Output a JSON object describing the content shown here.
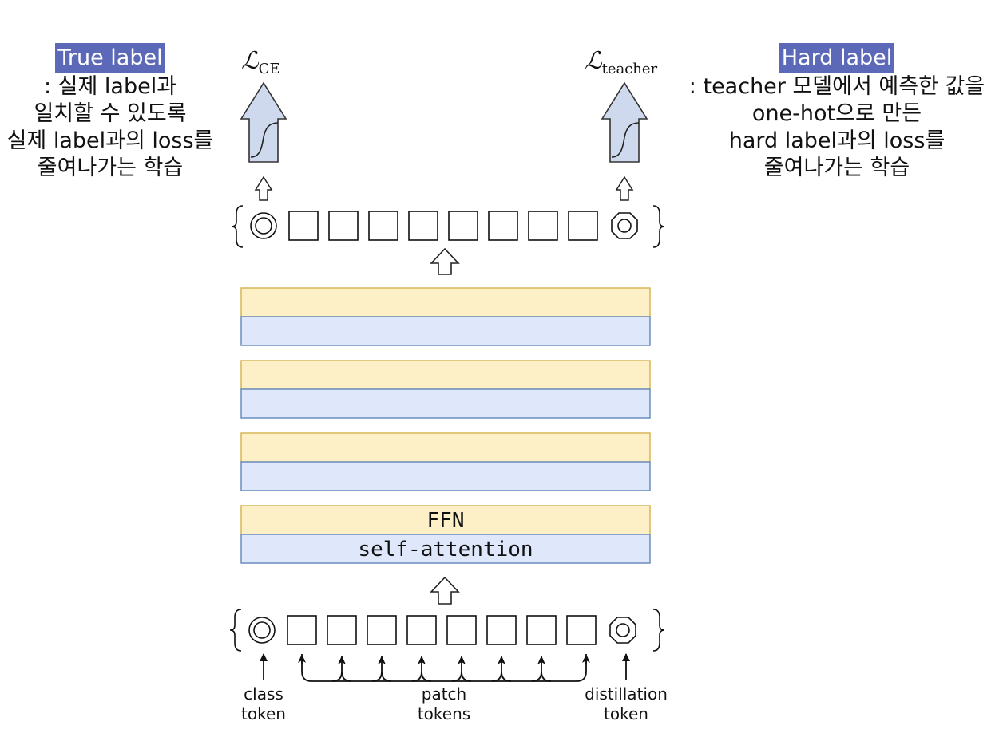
{
  "left_note": {
    "title": "True label",
    "lines": [
      ": 실제 label과",
      "일치할 수 있도록",
      "실제 label과의 loss를",
      "줄여나가는 학습"
    ]
  },
  "right_note": {
    "title": "Hard  label",
    "lines": [
      ": teacher 모델에서 예측한 값을",
      "one-hot으로 만든",
      "hard label과의 loss를",
      "줄여나가는 학습"
    ]
  },
  "loss_left": {
    "symbol": "ℒ",
    "subscript": "CE"
  },
  "loss_right": {
    "symbol": "ℒ",
    "subscript": "teacher"
  },
  "layers": {
    "ffn": "FFN",
    "attention": "self-attention"
  },
  "token_labels": {
    "class": [
      "class",
      "token"
    ],
    "patch": [
      "patch",
      "tokens"
    ],
    "distillation": [
      "distillation",
      "token"
    ]
  },
  "colors": {
    "ffn_fill": "#fdf0c7",
    "ffn_stroke": "#d6b656",
    "attn_fill": "#dee8fa",
    "attn_stroke": "#6c8ebf",
    "highlight": "#5b69b8"
  }
}
